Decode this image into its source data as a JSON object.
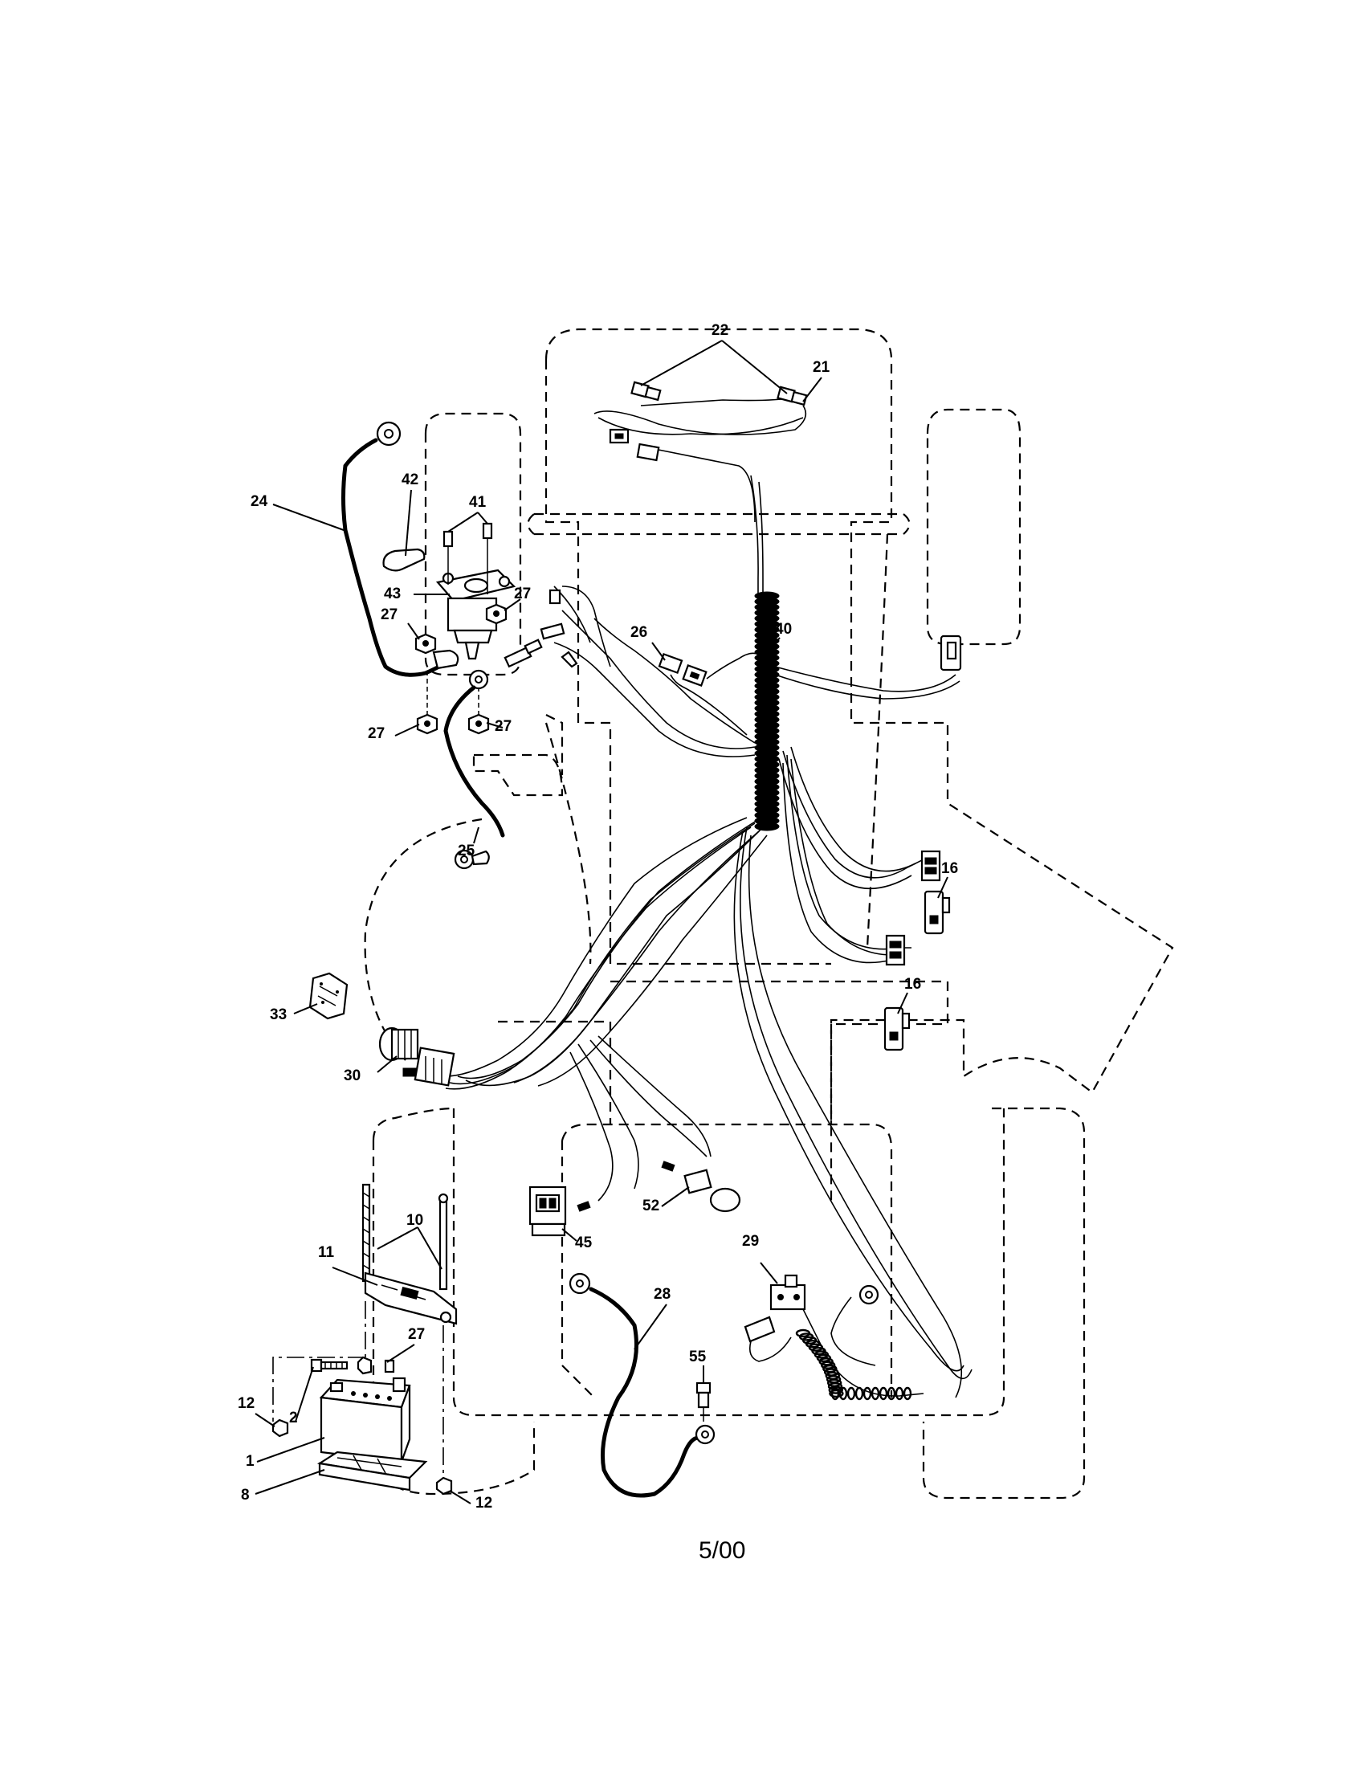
{
  "callouts": {
    "c1": "1",
    "c2": "2",
    "c8": "8",
    "c10": "10",
    "c11": "11",
    "c12a": "12",
    "c12b": "12",
    "c16a": "16",
    "c16b": "16",
    "c21": "21",
    "c22": "22",
    "c24": "24",
    "c25": "25",
    "c26": "26",
    "c27a": "27",
    "c27b": "27",
    "c27c": "27",
    "c27d": "27",
    "c27e": "27",
    "c28": "28",
    "c29": "29",
    "c30": "30",
    "c33": "33",
    "c40": "40",
    "c41": "41",
    "c42": "42",
    "c43": "43",
    "c45": "45",
    "c52": "52",
    "c55": "55"
  },
  "footer": {
    "date": "5/00"
  }
}
